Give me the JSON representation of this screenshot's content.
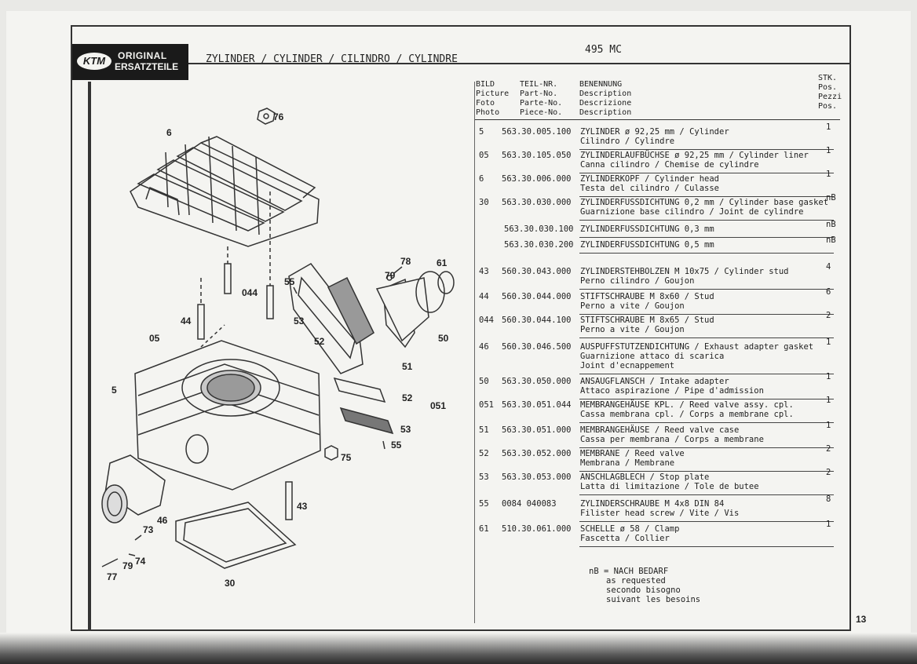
{
  "header": {
    "logo_brand": "KTM",
    "logo_line1": "ORIGINAL",
    "logo_line2": "ERSATZTEILE",
    "title": "ZYLINDER / CYLINDER / CILINDRO / CYLINDRE",
    "model": "495 MC",
    "page_number": "13"
  },
  "columns": {
    "picture": [
      "BILD",
      "Picture",
      "Foto",
      "Photo"
    ],
    "part_no": [
      "TEIL-NR.",
      "Part-No.",
      "Parte-No.",
      "Piece-No."
    ],
    "description": [
      "BENENNUNG",
      "Description",
      "Descrizione",
      "Description"
    ],
    "quantity": [
      "STK.",
      "Pos.",
      "Pezzi",
      "Pos."
    ]
  },
  "parts": [
    {
      "pic": "5",
      "part_no": "563.30.005.100",
      "desc": [
        "ZYLINDER ø 92,25 mm / Cylinder",
        "Cilindro / Cylindre"
      ],
      "qty": "1"
    },
    {
      "pic": "05",
      "part_no": "563.30.105.050",
      "desc": [
        "ZYLINDERLAUFBÜCHSE ø 92,25 mm / Cylinder liner",
        "Canna cilindro / Chemise de cylindre"
      ],
      "qty": "1"
    },
    {
      "pic": "6",
      "part_no": "563.30.006.000",
      "desc": [
        "ZYLINDERKOPF / Cylinder head",
        "Testa del cilindro / Culasse"
      ],
      "qty": "1"
    },
    {
      "pic": "30",
      "part_no": "563.30.030.000",
      "desc": [
        "ZYLINDERFUSSDICHTUNG 0,2 mm / Cylinder base gasket",
        "Guarnizione base cilindro / Joint de cylindre"
      ],
      "qty": "nB"
    },
    {
      "pic": "",
      "part_no": "563.30.030.100",
      "desc": [
        "ZYLINDERFUSSDICHTUNG 0,3 mm"
      ],
      "qty": "nB"
    },
    {
      "pic": "",
      "part_no": "563.30.030.200",
      "desc": [
        "ZYLINDERFUSSDICHTUNG 0,5 mm"
      ],
      "qty": "nB"
    },
    {
      "pic": "43",
      "part_no": "560.30.043.000",
      "desc": [
        "ZYLINDERSTEHBOLZEN M 10x75 / Cylinder stud",
        "Perno cilindro / Goujon"
      ],
      "qty": "4"
    },
    {
      "pic": "44",
      "part_no": "560.30.044.000",
      "desc": [
        "STIFTSCHRAUBE M 8x60 / Stud",
        "Perno a vite / Goujon"
      ],
      "qty": "6"
    },
    {
      "pic": "044",
      "part_no": "560.30.044.100",
      "desc": [
        "STIFTSCHRAUBE M 8x65 / Stud",
        "Perno a vite / Goujon"
      ],
      "qty": "2"
    },
    {
      "pic": "46",
      "part_no": "560.30.046.500",
      "desc": [
        "AUSPUFFSTUTZENDICHTUNG / Exhaust adapter gasket",
        "Guarnizione attaco di scarica",
        "Joint d'ecnappement"
      ],
      "qty": "1"
    },
    {
      "pic": "50",
      "part_no": "563.30.050.000",
      "desc": [
        "ANSAUGFLANSCH / Intake adapter",
        "Attaco aspirazione / Pipe d'admission"
      ],
      "qty": "1"
    },
    {
      "pic": "051",
      "part_no": "563.30.051.044",
      "desc": [
        "MEMBRANGEHÄUSE KPL. / Reed valve assy. cpl.",
        "Cassa membrana cpl. / Corps a membrane cpl."
      ],
      "qty": "1"
    },
    {
      "pic": "51",
      "part_no": "563.30.051.000",
      "desc": [
        "MEMBRANGEHÄUSE / Reed valve case",
        "Cassa per membrana / Corps a membrane"
      ],
      "qty": "1"
    },
    {
      "pic": "52",
      "part_no": "563.30.052.000",
      "desc": [
        "MEMBRANE / Reed valve",
        "Membrana / Membrane"
      ],
      "qty": "2"
    },
    {
      "pic": "53",
      "part_no": "563.30.053.000",
      "desc": [
        "ANSCHLAGBLECH / Stop plate",
        "Latta di limitazione / Tole de butee"
      ],
      "qty": "2"
    },
    {
      "pic": "55",
      "part_no": "0084 040083",
      "desc": [
        "ZYLINDERSCHRAUBE M 4x8 DIN 84",
        "Filister head screw / Vite / Vis"
      ],
      "qty": "8"
    },
    {
      "pic": "61",
      "part_no": "510.30.061.000",
      "desc": [
        "SCHELLE ø 58 / Clamp",
        "Fascetta / Collier"
      ],
      "qty": "1"
    }
  ],
  "note": {
    "line1": "nB = NACH BEDARF",
    "line2": "as requested",
    "line3": "secondo bisogno",
    "line4": "suivant les besoins"
  },
  "callouts": [
    "76",
    "6",
    "78",
    "61",
    "79",
    "55",
    "044",
    "53",
    "44",
    "52",
    "05",
    "50",
    "5",
    "51",
    "52",
    "051",
    "53",
    "55",
    "75",
    "43",
    "46",
    "73",
    "74",
    "79",
    "77",
    "30"
  ]
}
